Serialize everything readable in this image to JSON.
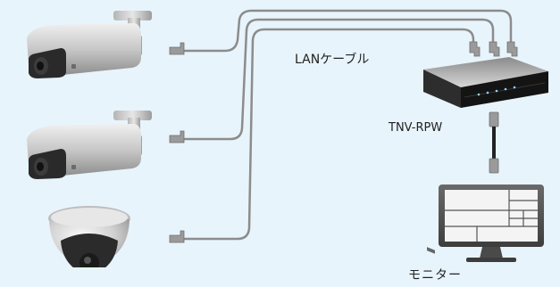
{
  "labels": {
    "lan_cable": "LANケーブル",
    "recorder_model": "TNV-RPW",
    "monitor": "モニター"
  },
  "devices": [
    {
      "icon": "bullet-camera-icon"
    },
    {
      "icon": "bullet-camera-icon"
    },
    {
      "icon": "dome-camera-icon"
    },
    {
      "icon": "network-recorder-icon"
    },
    {
      "icon": "monitor-icon"
    }
  ],
  "colors": {
    "background": "#e8f4fb",
    "cable": "#8c8c8c",
    "camera_body": "#c9c9c9",
    "camera_lens": "#222222",
    "recorder_body": "#1c1c1c",
    "monitor_frame": "#555555"
  }
}
